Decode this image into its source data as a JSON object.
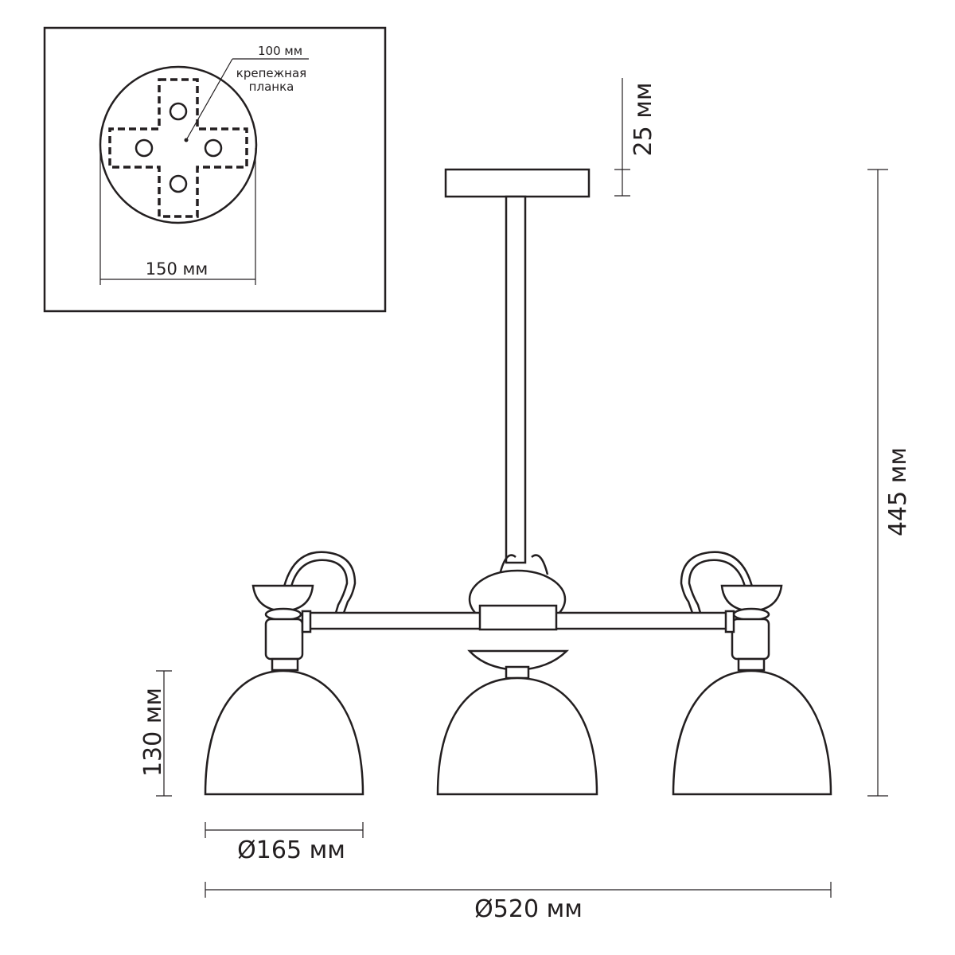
{
  "mount_plate": {
    "bolt_spacing_label": "100 мм",
    "plate_label_line1": "крепежная",
    "plate_label_line2": "планка",
    "diameter_label": "150 мм"
  },
  "dimensions": {
    "canopy_height": "25 мм",
    "total_height": "445 мм",
    "shade_height": "130 мм",
    "shade_diameter": "Ø165 мм",
    "total_diameter": "Ø520 мм"
  }
}
